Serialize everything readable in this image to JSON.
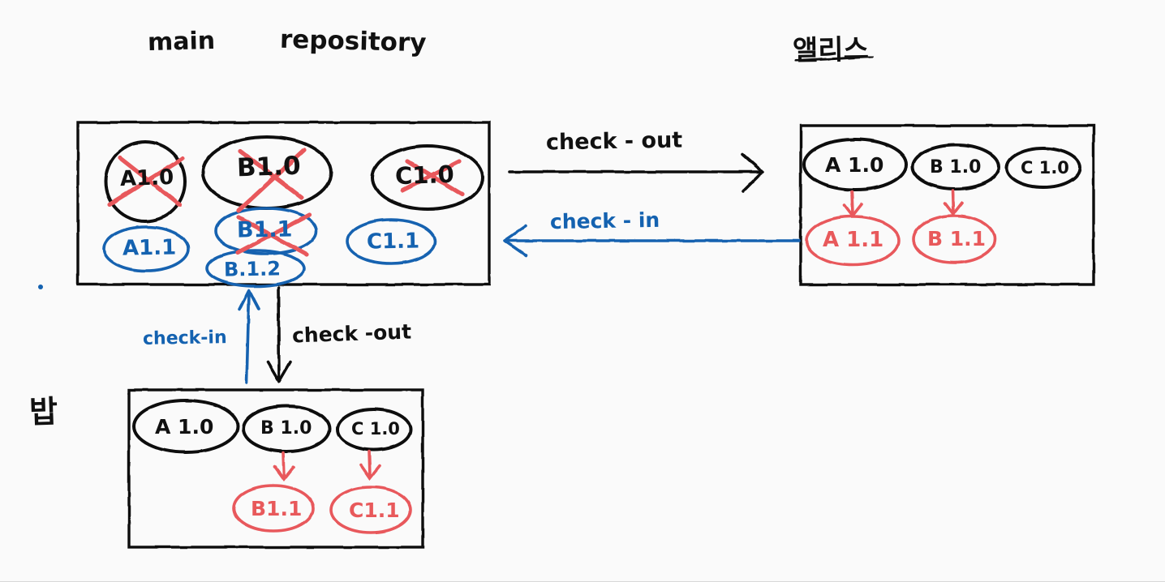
{
  "diagram": {
    "title_main": "main",
    "title_repository": "repository",
    "label_alice": "앨리스",
    "label_bob": "밥",
    "colors": {
      "black": "#111111",
      "blue": "#1462b0",
      "red": "#e8595b",
      "background": "#fafafa"
    },
    "panels": [
      {
        "id": "main-repository",
        "heading": [
          "main",
          "repository"
        ],
        "nodes": [
          {
            "label": "A1.0",
            "color": "black",
            "shape": "circle",
            "crossed": true
          },
          {
            "label": "B1.0",
            "color": "black",
            "shape": "ellipse",
            "crossed": true
          },
          {
            "label": "C1.0",
            "color": "black",
            "shape": "ellipse",
            "crossed": true
          },
          {
            "label": "A1.1",
            "color": "blue",
            "shape": "ellipse",
            "crossed": false
          },
          {
            "label": "B1.1",
            "color": "blue",
            "shape": "ellipse",
            "crossed": true
          },
          {
            "label": "B.1.2",
            "color": "blue",
            "shape": "ellipse",
            "crossed": false
          },
          {
            "label": "C1.1",
            "color": "blue",
            "shape": "ellipse",
            "crossed": false
          }
        ]
      },
      {
        "id": "alice-workspace",
        "heading": [
          "앨리스"
        ],
        "nodes": [
          {
            "label": "A 1.0",
            "color": "black",
            "shape": "ellipse",
            "crossed": false
          },
          {
            "label": "B 1.0",
            "color": "black",
            "shape": "ellipse",
            "crossed": false
          },
          {
            "label": "C 1.0",
            "color": "black",
            "shape": "ellipse",
            "crossed": false
          },
          {
            "label": "A 1.1",
            "color": "red",
            "shape": "ellipse",
            "crossed": false
          },
          {
            "label": "B 1.1",
            "color": "red",
            "shape": "ellipse",
            "crossed": false
          }
        ],
        "edges": [
          {
            "from": "A 1.0",
            "to": "A 1.1",
            "color": "red"
          },
          {
            "from": "B 1.0",
            "to": "B 1.1",
            "color": "red"
          }
        ]
      },
      {
        "id": "bob-workspace",
        "heading": [
          "밥"
        ],
        "nodes": [
          {
            "label": "A 1.0",
            "color": "black",
            "shape": "ellipse",
            "crossed": false
          },
          {
            "label": "B 1.0",
            "color": "black",
            "shape": "ellipse",
            "crossed": false
          },
          {
            "label": "C 1.0",
            "color": "black",
            "shape": "ellipse",
            "crossed": false
          },
          {
            "label": "B1.1",
            "color": "red",
            "shape": "ellipse",
            "crossed": false
          },
          {
            "label": "C1.1",
            "color": "red",
            "shape": "ellipse",
            "crossed": false
          }
        ],
        "edges": [
          {
            "from": "B 1.0",
            "to": "B1.1",
            "color": "red"
          },
          {
            "from": "C 1.0",
            "to": "C1.1",
            "color": "red"
          }
        ]
      }
    ],
    "arrows": [
      {
        "id": "repo-to-alice",
        "label": "check - out",
        "color": "black",
        "direction": "right"
      },
      {
        "id": "alice-to-repo",
        "label": "check - in",
        "color": "blue",
        "direction": "left"
      },
      {
        "id": "bob-to-repo",
        "label": "check-in",
        "color": "blue",
        "direction": "up"
      },
      {
        "id": "repo-to-bob",
        "label": "check -out",
        "color": "black",
        "direction": "down"
      }
    ],
    "nodes_main": {
      "a10": "A1.0",
      "b10": "B1.0",
      "c10": "C1.0",
      "a11": "A1.1",
      "b11": "B1.1",
      "b12": "B.1.2",
      "c11": "C1.1"
    },
    "nodes_alice": {
      "a10": "A 1.0",
      "b10": "B 1.0",
      "c10": "C 1.0",
      "a11": "A 1.1",
      "b11": "B 1.1"
    },
    "nodes_bob": {
      "a10": "A 1.0",
      "b10": "B 1.0",
      "c10": "C 1.0",
      "b11": "B1.1",
      "c11": "C1.1"
    },
    "arrow_labels": {
      "checkout_top": "check - out",
      "checkin_top": "check - in",
      "checkin_bottom": "check-in",
      "checkout_bottom": "check -out"
    }
  }
}
